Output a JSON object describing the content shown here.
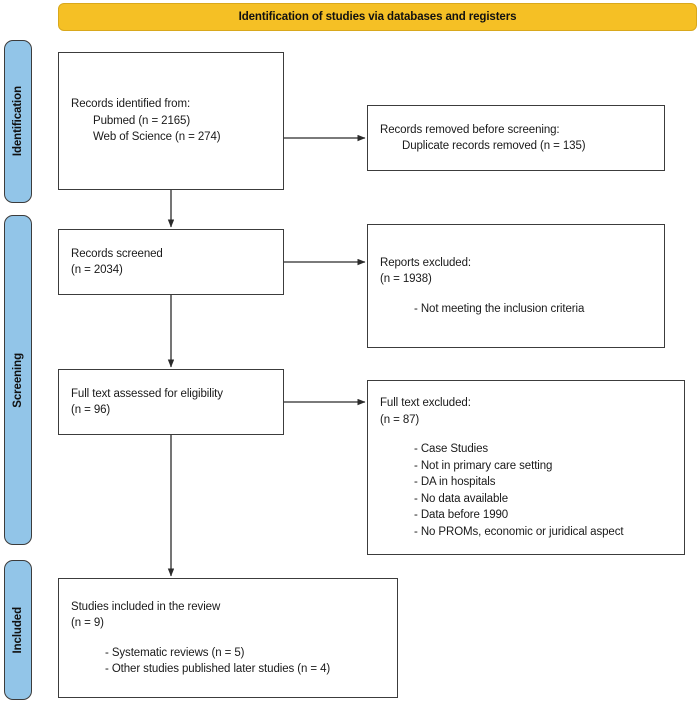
{
  "banner": {
    "title": "Identification of studies via databases and registers",
    "color": "#F5C025"
  },
  "stages": [
    {
      "label": "Identification",
      "color": "#92C5E8"
    },
    {
      "label": "Screening",
      "color": "#92C5E8"
    },
    {
      "label": "Included",
      "color": "#92C5E8"
    }
  ],
  "boxes": {
    "identified": {
      "lines": [
        "Records identified from:",
        "Pubmed (n = 2165)",
        "Web of Science (n = 274)"
      ]
    },
    "removed": {
      "lines": [
        "Records removed before screening:",
        "Duplicate records removed (n = 135)"
      ]
    },
    "screened": {
      "lines": [
        "Records screened",
        "(n = 2034)"
      ]
    },
    "reports_excluded": {
      "lines": [
        "Reports excluded:",
        "(n = 1938)"
      ],
      "items": [
        "- Not meeting the inclusion criteria"
      ]
    },
    "fulltext_assessed": {
      "lines": [
        "Full text assessed for eligibility",
        "(n = 96)"
      ]
    },
    "fulltext_excluded": {
      "lines": [
        "Full text excluded:",
        "(n = 87)"
      ],
      "items": [
        "- Case Studies",
        "- Not in primary care setting",
        "- DA in hospitals",
        "- No data available",
        "- Data before 1990",
        "- No PROMs, economic or juridical aspect"
      ]
    },
    "included": {
      "lines": [
        "Studies included in the review",
        "(n = 9)"
      ],
      "items": [
        "- Systematic reviews (n = 5)",
        "- Other studies published later studies (n = 4)"
      ]
    }
  },
  "chart_data": {
    "type": "diagram",
    "title": "PRISMA flow diagram",
    "nodes": [
      {
        "id": "identified",
        "stage": "Identification",
        "n_pubmed": 2165,
        "n_web_of_science": 274
      },
      {
        "id": "removed",
        "stage": "Identification",
        "n_duplicates_removed": 135
      },
      {
        "id": "screened",
        "stage": "Screening",
        "n": 2034
      },
      {
        "id": "reports_excluded",
        "stage": "Screening",
        "n": 1938
      },
      {
        "id": "fulltext_assessed",
        "stage": "Screening",
        "n": 96
      },
      {
        "id": "fulltext_excluded",
        "stage": "Screening",
        "n": 87
      },
      {
        "id": "included",
        "stage": "Included",
        "n": 9,
        "n_systematic_reviews": 5,
        "n_other_studies": 4
      }
    ],
    "edges": [
      {
        "from": "identified",
        "to": "removed"
      },
      {
        "from": "identified",
        "to": "screened"
      },
      {
        "from": "screened",
        "to": "reports_excluded"
      },
      {
        "from": "screened",
        "to": "fulltext_assessed"
      },
      {
        "from": "fulltext_assessed",
        "to": "fulltext_excluded"
      },
      {
        "from": "fulltext_assessed",
        "to": "included"
      }
    ]
  }
}
